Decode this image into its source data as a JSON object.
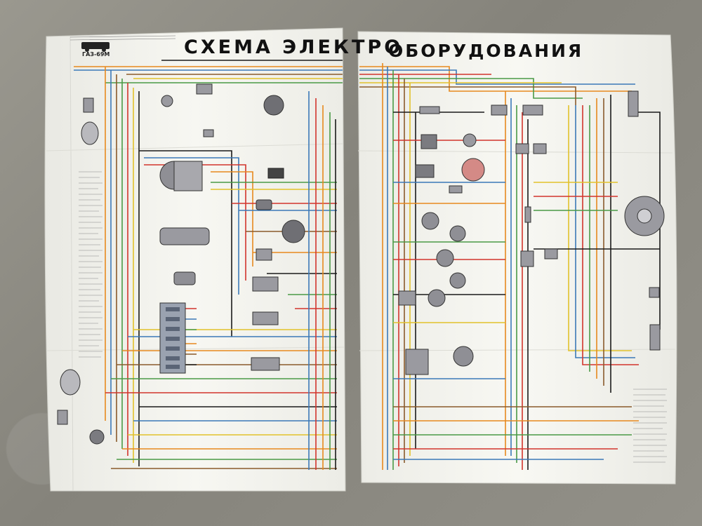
{
  "poster": {
    "left_title": "СХЕМА ЭЛЕКТРО",
    "right_title": "ОБОРУДОВАНИЯ",
    "brand": "ГАЗ-69М"
  },
  "colors": {
    "background": "#8d8b82",
    "paper": "#f4f4ef",
    "wire_red": "#d2342c",
    "wire_orange": "#e7891e",
    "wire_yellow": "#e2c22b",
    "wire_green": "#4a9a46",
    "wire_blue": "#3b79b8",
    "wire_brown": "#8a5a2b",
    "wire_black": "#1a1a1a",
    "component_gray": "#9a9aa0"
  }
}
